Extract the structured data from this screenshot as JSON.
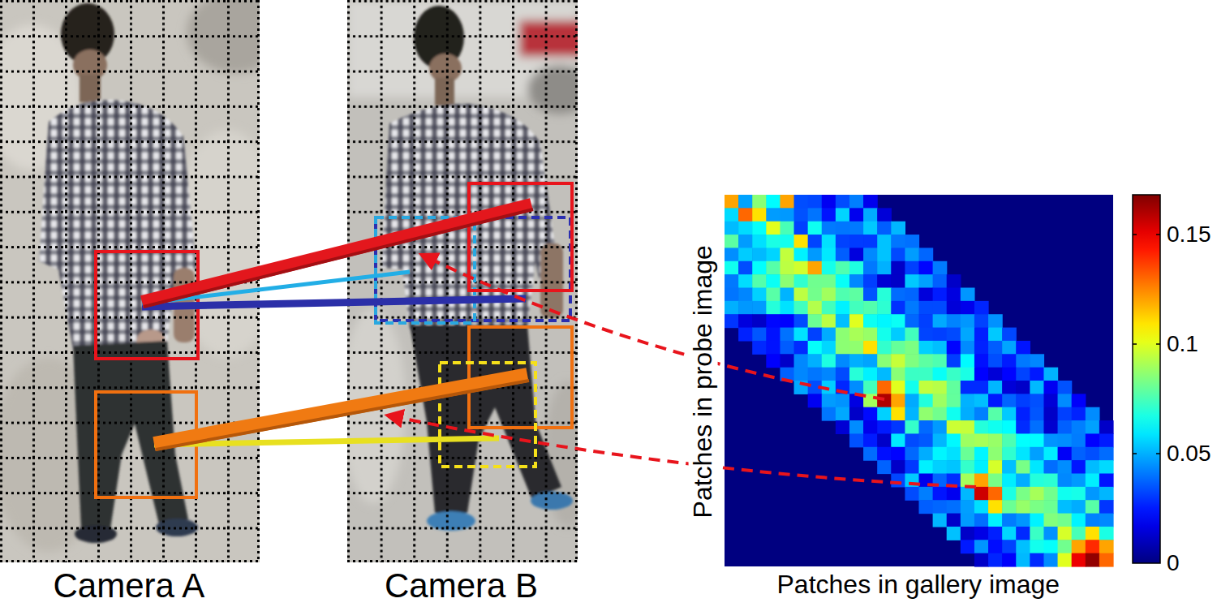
{
  "diagram": {
    "nodes": [
      {
        "text": [
          "Camera A"
        ]
      },
      {
        "text": [
          "Camera B"
        ]
      },
      {
        "text": [
          "Patches in probe image",
          "Patches in gallery image"
        ]
      }
    ],
    "labels": [
      "0.15",
      "0.1",
      "0.05",
      "0"
    ]
  }
}
